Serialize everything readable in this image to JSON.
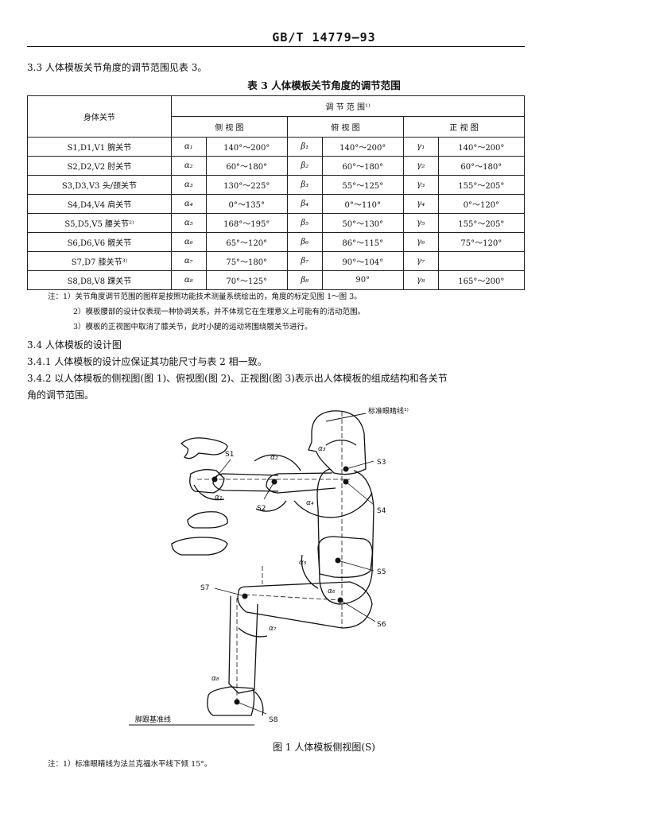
{
  "header": {
    "standard_code": "GB/T 14779—93"
  },
  "section_3_3": {
    "text": "3.3  人体模板关节角度的调节范围见表 3。",
    "table_caption": "表 3  人体模板关节角度的调节范围"
  },
  "table3": {
    "col_joint": "身体关节",
    "col_range": "调    节    范    围¹⁾",
    "views": [
      "侧  视  图",
      "俯  视  图",
      "正   视  图"
    ],
    "rows": [
      {
        "joint": "S1,D1,V1 腕关节",
        "a_sym": "α₁",
        "a_val": "140°～200°",
        "b_sym": "β₁",
        "b_val": "140°～200°",
        "g_sym": "γ₁",
        "g_val": "140°～200°"
      },
      {
        "joint": "S2,D2,V2 肘关节",
        "a_sym": "α₂",
        "a_val": "60°～180°",
        "b_sym": "β₂",
        "b_val": "60°～180°",
        "g_sym": "γ₂",
        "g_val": "60°～180°"
      },
      {
        "joint": "S3,D3,V3 头/颈关节",
        "a_sym": "α₃",
        "a_val": "130°～225°",
        "b_sym": "β₃",
        "b_val": "55°～125°",
        "g_sym": "γ₃",
        "g_val": "155°～205°"
      },
      {
        "joint": "S4,D4,V4 肩关节",
        "a_sym": "α₄",
        "a_val": "0°～135°",
        "b_sym": "β₄",
        "b_val": "0°～110°",
        "g_sym": "γ₄",
        "g_val": "0°～120°"
      },
      {
        "joint": "S5,D5,V5 腰关节²⁾",
        "a_sym": "α₅",
        "a_val": "168°～195°",
        "b_sym": "β₅",
        "b_val": "50°～130°",
        "g_sym": "γ₅",
        "g_val": "155°～205°"
      },
      {
        "joint": "S6,D6,V6 髋关节",
        "a_sym": "α₆",
        "a_val": "65°～120°",
        "b_sym": "β₆",
        "b_val": "86°～115°",
        "g_sym": "γ₆",
        "g_val": "75°～120°"
      },
      {
        "joint": "S7,D7 膝关节³⁾",
        "a_sym": "α₇",
        "a_val": "75°～180°",
        "b_sym": "β₇",
        "b_val": "90°～104°",
        "g_sym": "γ₇",
        "g_val": ""
      },
      {
        "joint": "S8,D8,V8 踝关节",
        "a_sym": "α₈",
        "a_val": "70°～125°",
        "b_sym": "β₈",
        "b_val": "90°",
        "g_sym": "γ₈",
        "g_val": "165°～200°"
      }
    ],
    "notes": [
      "注：1）关节角度调节范围的图样是按照功能技术测量系统绘出的，角度的标定见图 1～图 3。",
      "2）模板腰部的设计仅表现一种协调关系，并不体现它在生理意义上可能有的活动范围。",
      "3）模板的正视图中取消了膝关节，此时小腿的运动将围绕髋关节进行。"
    ]
  },
  "section_3_4": {
    "title": "3.4  人体模板的设计图",
    "p341": "3.4.1  人体模板的设计应保证其功能尺寸与表 2 相一致。",
    "p342_line1": "3.4.2  以人体模板的侧视图(图 1)、俯视图(图 2)、正视图(图 3)表示出人体模板的组成结构和各关节",
    "p342_line2": "角的调节范围。"
  },
  "figure1": {
    "labels": {
      "eye_line": "标准眼睛线¹⁾",
      "s1": "S1",
      "s2": "S2",
      "s3": "S3",
      "s4": "S4",
      "s5": "S5",
      "s6": "S6",
      "s7": "S7",
      "s8": "S8",
      "a1": "α₁",
      "a2": "α₂",
      "a3": "α₃",
      "a4": "α₄",
      "a5": "α₅",
      "a6": "α₆",
      "a7": "α₇",
      "a8": "α₈",
      "heel_line": "脚跟基准线"
    },
    "caption": "图 1   人体模板侧视图(S)",
    "note": "注：1）标准眼睛线为法兰克福水平线下倾 15°。"
  }
}
